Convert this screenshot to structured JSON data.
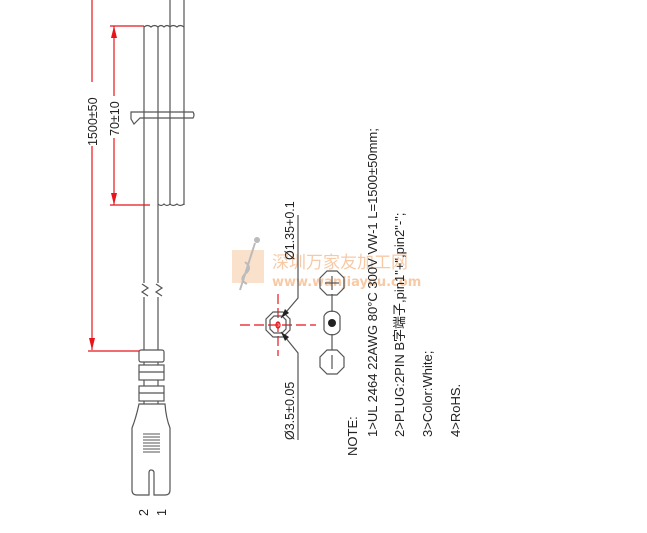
{
  "dimensions": {
    "total_length": "1500±50",
    "coil_length": "70±10",
    "conductor_diameter": "Ø1.35+0.1",
    "cable_diameter": "Ø3.5±0.05"
  },
  "pin_labels": [
    "2",
    "1"
  ],
  "notes": {
    "title": "NOTE:",
    "lines": [
      "1>UL 2464 22AWG 80°C 300V VW-1 L=1500±50mm;",
      "2>PLUG:2PIN B字端子,pin1\"+\",pin2\"-\";",
      "3>Color:White;",
      "4>RoHS."
    ]
  },
  "watermark": {
    "name": "深圳万家友加工网",
    "url": "www.wanjiayou.com"
  },
  "colors": {
    "dimension": "#e8141b",
    "line": "#555555"
  }
}
